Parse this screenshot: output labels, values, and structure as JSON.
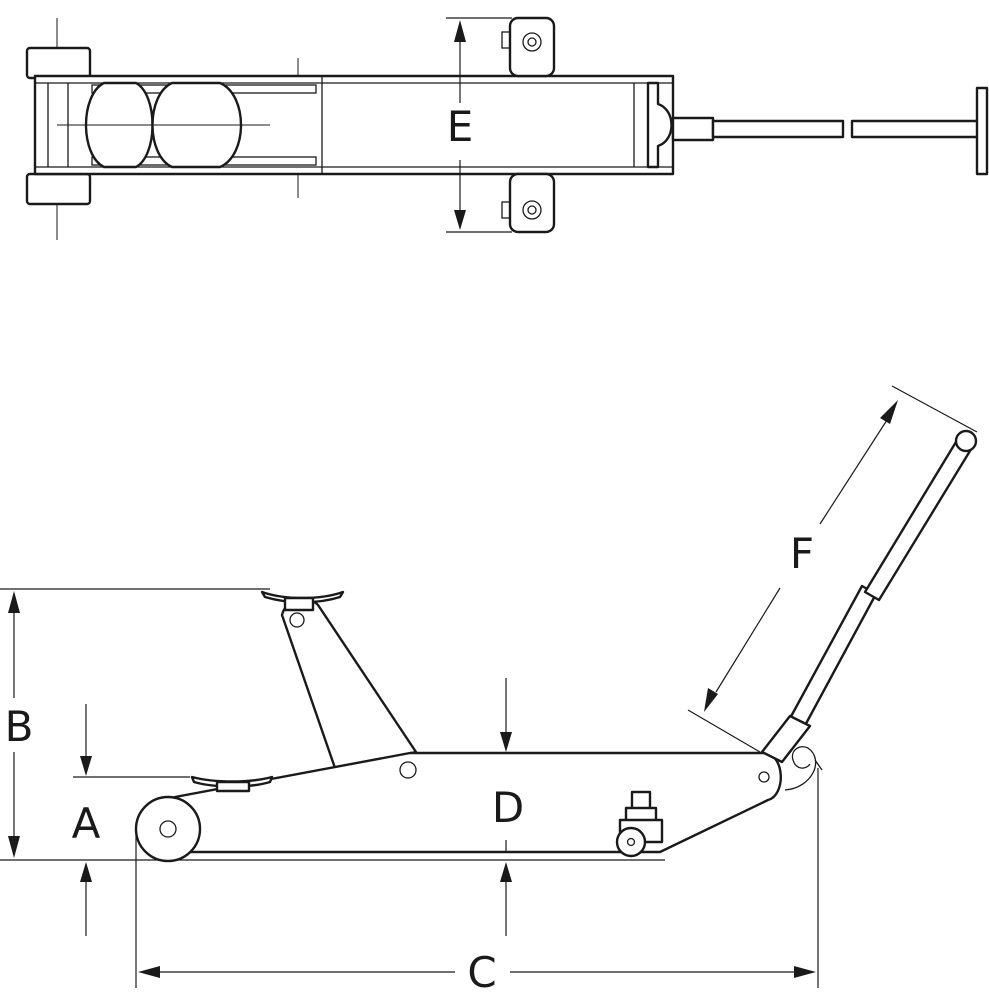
{
  "colors": {
    "line": "#1a1a1a",
    "background": "#ffffff"
  },
  "labels": {
    "A": "A",
    "B": "B",
    "C": "C",
    "D": "D",
    "E": "E",
    "F": "F"
  }
}
